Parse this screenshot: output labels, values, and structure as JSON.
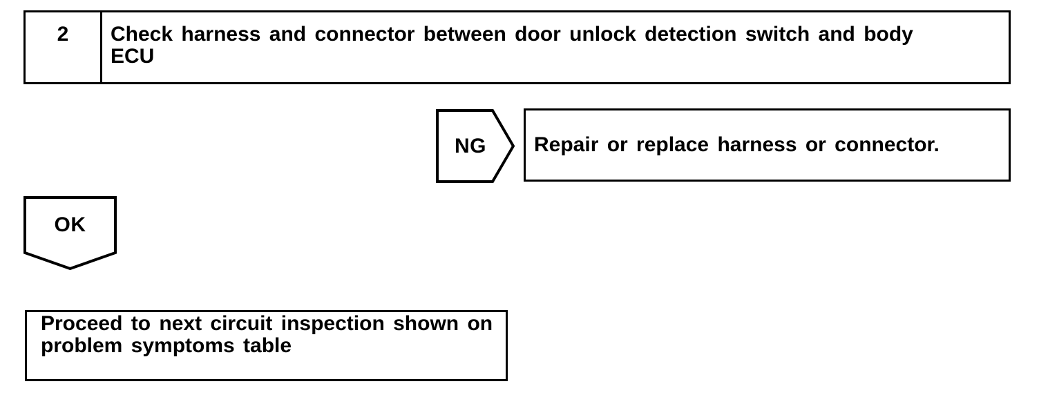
{
  "page": {
    "background": "#ffffff",
    "line_color": "#000000",
    "text_color": "#000000"
  },
  "flowchart": {
    "step": {
      "number": "2",
      "instruction": "Check harness and connector between door unlock detection switch and body\nECU"
    },
    "ng_branch": {
      "label": "NG",
      "action": "Repair or replace harness or connector."
    },
    "ok_branch": {
      "label": "OK",
      "action": "Proceed to next circuit inspection shown on\nproblem symptoms table"
    }
  }
}
